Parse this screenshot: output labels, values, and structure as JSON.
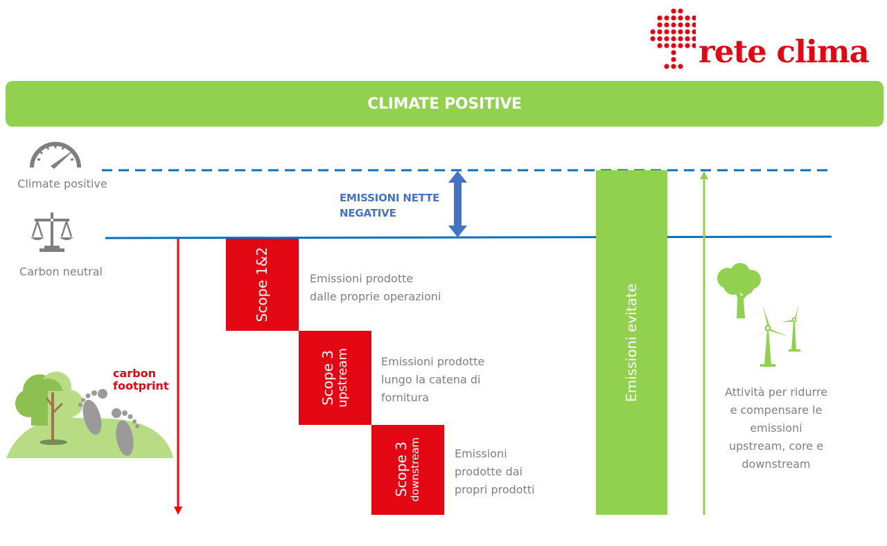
{
  "logo": {
    "name": "rete clima",
    "color": "#e30613"
  },
  "banner": {
    "title": "CLIMATE POSITIVE",
    "color": "#92d050"
  },
  "levels": [
    {
      "label": "Climate positive",
      "icon": "speedometer-icon",
      "line_style": "dashed"
    },
    {
      "label": "Carbon neutral",
      "icon": "balance-scale-icon",
      "line_style": "solid"
    }
  ],
  "net_negative": {
    "line1": "EMISSIONI NETTE",
    "line2": "NEGATIVE",
    "color": "#4472c4"
  },
  "carbon_footprint": {
    "line1": "carbon",
    "line2": "footprint",
    "color": "#e30613"
  },
  "scopes": [
    {
      "label_line1": "Scope 1&2",
      "label_line2": "",
      "description": [
        "Emissioni prodotte",
        "dalle proprie operazioni"
      ]
    },
    {
      "label_line1": "Scope 3",
      "label_line2": "upstream",
      "description": [
        "Emissioni prodotte",
        "lungo la catena di",
        "fornitura"
      ]
    },
    {
      "label_line1": "Scope 3",
      "label_line2": "downstream",
      "description": [
        "Emissioni",
        "prodotte dai",
        "propri prodotti"
      ]
    }
  ],
  "avoided_emissions": {
    "label": "Emissioni evitate",
    "color": "#92d050"
  },
  "right_note": {
    "lines": [
      "Attività per ridurre",
      "e compensare le",
      "emissioni",
      "upstream, core e",
      "downstream"
    ]
  },
  "colors": {
    "line_blue": "#0070c0",
    "arrow_blue": "#4472c4",
    "scope_red": "#e30613",
    "footprint_arrow": "#ff0000",
    "green": "#92d050",
    "gray_text": "#7f7f7f"
  }
}
